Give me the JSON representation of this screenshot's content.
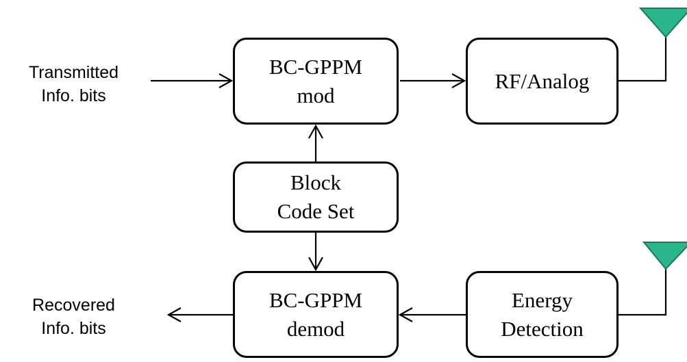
{
  "transmitter": {
    "input_label_line1": "Transmitted",
    "input_label_line2": "Info. bits",
    "modulator_line1": "BC-GPPM",
    "modulator_line2": "mod",
    "rf_block": "RF/Analog"
  },
  "code_set": {
    "line1": "Block",
    "line2": "Code Set"
  },
  "receiver": {
    "output_label_line1": "Recovered",
    "output_label_line2": "Info. bits",
    "demodulator_line1": "BC-GPPM",
    "demodulator_line2": "demod",
    "detector_line1": "Energy",
    "detector_line2": "Detection"
  },
  "colors": {
    "antenna_fill": "#2bb58c",
    "line": "#000000"
  },
  "icons": {
    "tx_antenna": "antenna-icon",
    "rx_antenna": "antenna-icon"
  }
}
